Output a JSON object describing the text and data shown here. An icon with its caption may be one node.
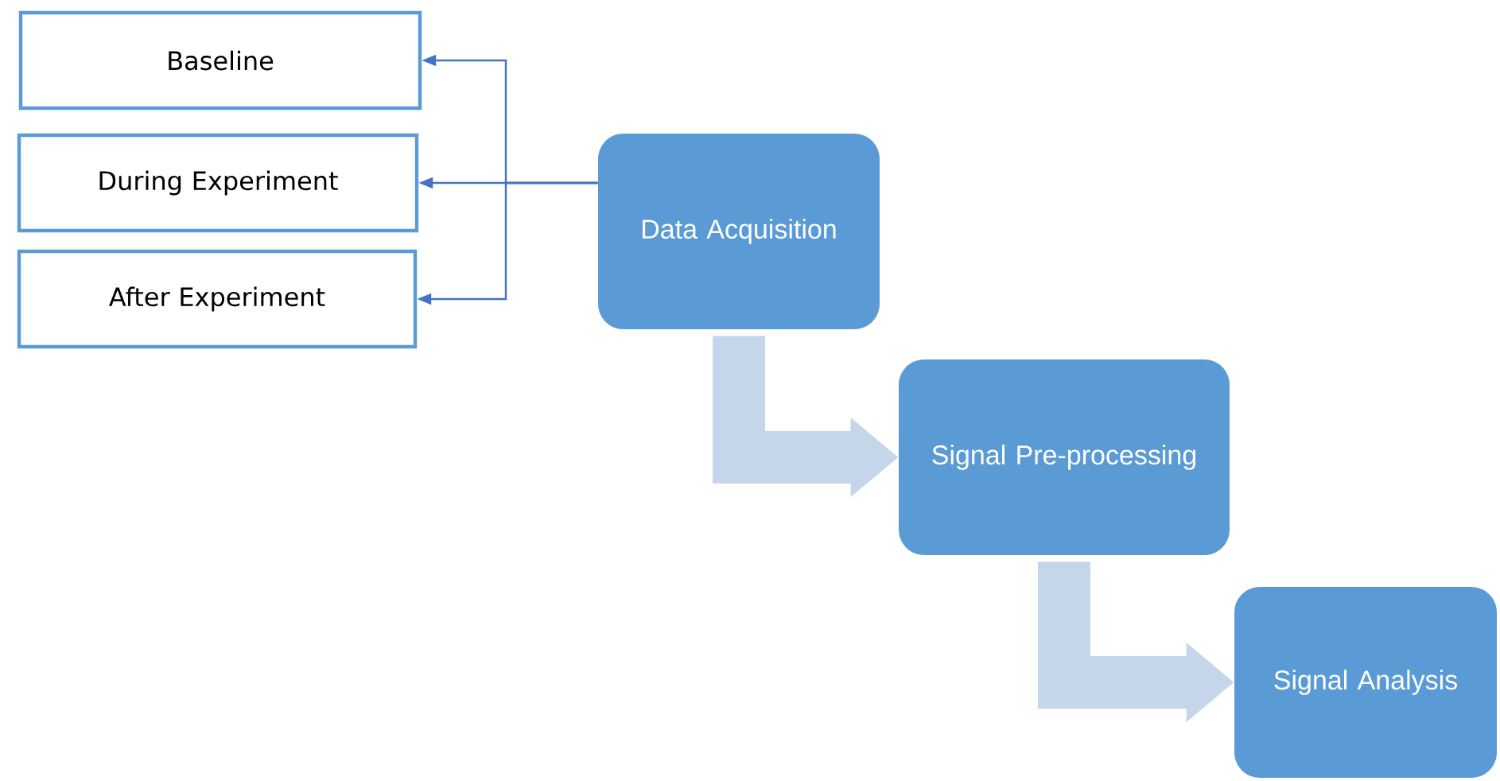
{
  "diagram": {
    "nodes": [
      {
        "text": [
          "Baseline"
        ]
      },
      {
        "text": [
          "During Experiment"
        ]
      },
      {
        "text": [
          "After Experiment"
        ]
      },
      {
        "text": [
          "Data Acquisition"
        ]
      },
      {
        "text": [
          "Signal Pre-processing"
        ]
      },
      {
        "text": [
          "Signal Analysis"
        ]
      }
    ],
    "edges": [
      {
        "from": 3,
        "to": 0,
        "arrow": "to"
      },
      {
        "from": 3,
        "to": 1,
        "arrow": "to"
      },
      {
        "from": 3,
        "to": 2,
        "arrow": "to"
      },
      {
        "from": 3,
        "to": 4,
        "arrow": "to",
        "style": "thick",
        "color": "#c5d5ea"
      },
      {
        "from": 4,
        "to": 5,
        "arrow": "to",
        "style": "thick",
        "color": "#c5d5ea"
      }
    ]
  }
}
